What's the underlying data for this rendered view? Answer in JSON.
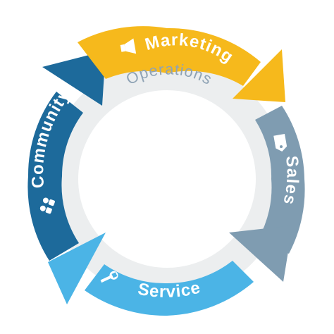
{
  "diagram": {
    "center_label": "Operations",
    "segments": [
      {
        "label": "Marketing",
        "icon": "megaphone-icon",
        "color": "#f6b91c"
      },
      {
        "label": "Sales",
        "icon": "price-tag-icon",
        "color": "#7f9cb1"
      },
      {
        "label": "Service",
        "icon": "wrench-icon",
        "color": "#4bb4e6"
      },
      {
        "label": "Community",
        "icon": "people-icon",
        "color": "#1d6a9b"
      }
    ],
    "colors": {
      "operations_ring": "#eceeef",
      "operations_text": "#8fa3b5"
    }
  }
}
